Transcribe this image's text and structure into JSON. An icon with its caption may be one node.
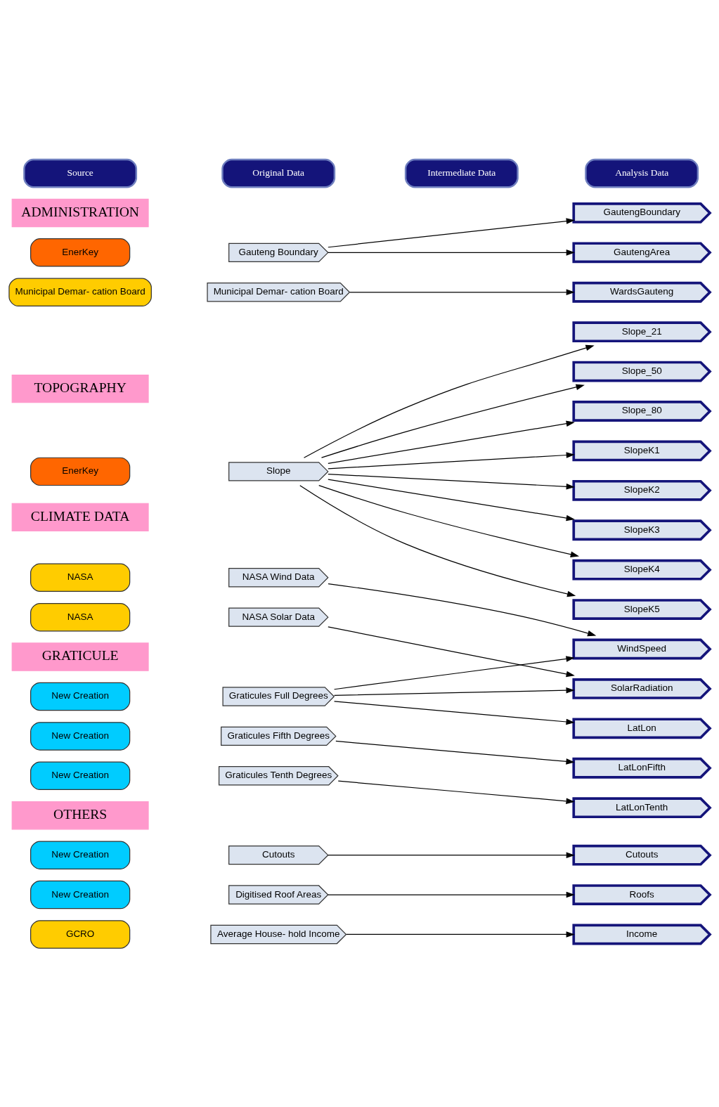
{
  "diagram": {
    "nodes": [
      {
        "text": [
          "Source"
        ]
      },
      {
        "text": [
          "Original Data"
        ]
      },
      {
        "text": [
          "Intermediate Data"
        ]
      },
      {
        "text": [
          "Analysis Data"
        ]
      },
      {
        "text": [
          "ADMINISTRATION"
        ]
      },
      {
        "text": [
          "EnerKey"
        ]
      },
      {
        "text": [
          "Gauteng Boundary"
        ]
      },
      {
        "text": [
          "GautengBoundary"
        ]
      },
      {
        "text": [
          "GautengArea"
        ]
      },
      {
        "text": [
          "Municipal Demar- cation Board"
        ]
      },
      {
        "text": [
          "Municipal Demar- cation Board"
        ]
      },
      {
        "text": [
          "WardsGauteng"
        ]
      },
      {
        "text": [
          "TOPOGRAPHY"
        ]
      },
      {
        "text": [
          "EnerKey"
        ]
      },
      {
        "text": [
          "Slope"
        ]
      },
      {
        "text": [
          "Slope_21"
        ]
      },
      {
        "text": [
          "Slope_50"
        ]
      },
      {
        "text": [
          "Slope_80"
        ]
      },
      {
        "text": [
          "SlopeK1"
        ]
      },
      {
        "text": [
          "SlopeK2"
        ]
      },
      {
        "text": [
          "SlopeK3"
        ]
      },
      {
        "text": [
          "SlopeK4"
        ]
      },
      {
        "text": [
          "SlopeK5"
        ]
      },
      {
        "text": [
          "CLIMATE DATA"
        ]
      },
      {
        "text": [
          "NASA"
        ]
      },
      {
        "text": [
          "NASA Wind Data"
        ]
      },
      {
        "text": [
          "WindSpeed"
        ]
      },
      {
        "text": [
          "NASA"
        ]
      },
      {
        "text": [
          "NASA Solar Data"
        ]
      },
      {
        "text": [
          "SolarRadiation"
        ]
      },
      {
        "text": [
          "GRATICULE"
        ]
      },
      {
        "text": [
          "New Creation"
        ]
      },
      {
        "text": [
          "Graticules Full Degrees"
        ]
      },
      {
        "text": [
          "LatLon"
        ]
      },
      {
        "text": [
          "New Creation"
        ]
      },
      {
        "text": [
          "Graticules Fifth Degrees"
        ]
      },
      {
        "text": [
          "LatLonFifth"
        ]
      },
      {
        "text": [
          "New Creation"
        ]
      },
      {
        "text": [
          "Graticules Tenth Degrees"
        ]
      },
      {
        "text": [
          "LatLonTenth"
        ]
      },
      {
        "text": [
          "OTHERS"
        ]
      },
      {
        "text": [
          "New Creation"
        ]
      },
      {
        "text": [
          "Cutouts"
        ]
      },
      {
        "text": [
          "Cutouts"
        ]
      },
      {
        "text": [
          "New Creation"
        ]
      },
      {
        "text": [
          "Digitised Roof Areas"
        ]
      },
      {
        "text": [
          "Roofs"
        ]
      },
      {
        "text": [
          "GCRO"
        ]
      },
      {
        "text": [
          "Average House- hold Income"
        ]
      },
      {
        "text": [
          "Income"
        ]
      }
    ],
    "edges": [
      {
        "from": 6,
        "to": 7,
        "arrow": "to"
      },
      {
        "from": 6,
        "to": 8,
        "arrow": "to"
      },
      {
        "from": 10,
        "to": 11,
        "arrow": "to"
      },
      {
        "from": 14,
        "to": 15,
        "arrow": "to"
      },
      {
        "from": 14,
        "to": 16,
        "arrow": "to"
      },
      {
        "from": 14,
        "to": 17,
        "arrow": "to"
      },
      {
        "from": 14,
        "to": 18,
        "arrow": "to"
      },
      {
        "from": 14,
        "to": 19,
        "arrow": "to"
      },
      {
        "from": 14,
        "to": 20,
        "arrow": "to"
      },
      {
        "from": 14,
        "to": 21,
        "arrow": "to"
      },
      {
        "from": 14,
        "to": 22,
        "arrow": "to"
      },
      {
        "from": 25,
        "to": 26,
        "arrow": "to"
      },
      {
        "from": 28,
        "to": 29,
        "arrow": "to"
      },
      {
        "from": 32,
        "to": 26,
        "arrow": "to"
      },
      {
        "from": 32,
        "to": 29,
        "arrow": "to"
      },
      {
        "from": 32,
        "to": 33,
        "arrow": "to"
      },
      {
        "from": 35,
        "to": 36,
        "arrow": "to"
      },
      {
        "from": 38,
        "to": 39,
        "arrow": "to"
      },
      {
        "from": 42,
        "to": 43,
        "arrow": "to"
      },
      {
        "from": 45,
        "to": 46,
        "arrow": "to"
      },
      {
        "from": 48,
        "to": 49,
        "arrow": "to"
      }
    ]
  }
}
